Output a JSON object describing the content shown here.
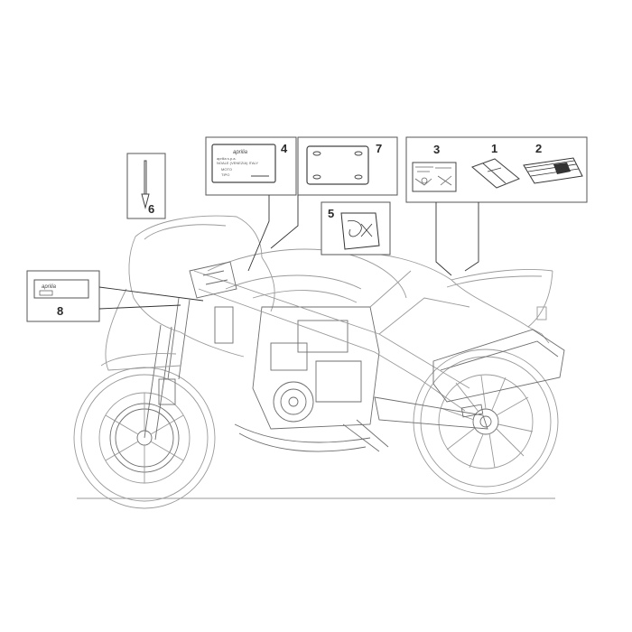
{
  "callouts": {
    "c1": "1",
    "c2": "2",
    "c3": "3",
    "c4": "4",
    "c5": "5",
    "c6": "6",
    "c7": "7",
    "c8": "8"
  },
  "labels": {
    "aprilia_logo_4": "aprilia",
    "aprilia_logo_8": "aprilia",
    "plate_line1": "aprilia s.p.a.",
    "plate_line2": "NOALE (VENEZIA) ITALY",
    "plate_line3": "MOTO",
    "plate_line4": "TIPO"
  },
  "colors": {
    "line": "#8a8a8a",
    "outline": "#555555",
    "text": "#2a2a2a"
  }
}
